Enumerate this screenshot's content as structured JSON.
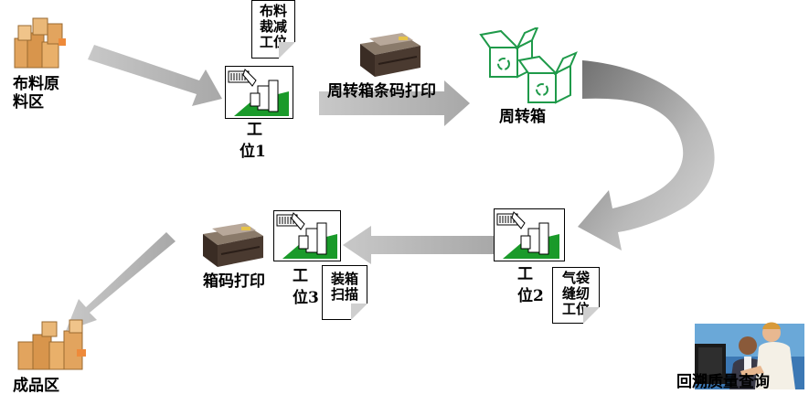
{
  "nodes": {
    "raw_material": {
      "line1": "布料原",
      "line2": "料区"
    },
    "station1": {
      "line1": "工",
      "line2": "位1",
      "note": [
        "布料",
        "裁减",
        "工位"
      ]
    },
    "tote_label_print": {
      "label": "周转箱条码打印"
    },
    "tote": {
      "label": "周转箱"
    },
    "station2": {
      "line1": "工",
      "line2": "位2",
      "note": [
        "气袋",
        "缝纫",
        "工位"
      ]
    },
    "station3": {
      "line1": "工",
      "line2": "位3",
      "note": [
        "装箱",
        "扫描"
      ]
    },
    "box_label_print": {
      "label": "箱码打印"
    },
    "finished_goods": {
      "label": "成品区"
    },
    "quality_trace": {
      "label": "回溯质量查询"
    }
  },
  "colors": {
    "arrow": "#c0c0c0",
    "station_green": "#1a9a2a",
    "recycle_green": "#1f9a4a",
    "box_brown": "#e2a45e",
    "printer_dark": "#4a3a30"
  },
  "icons": [
    "box-stack-icon",
    "workstation-icon",
    "printer-icon",
    "recycle-box-icon",
    "computer-user-icon"
  ]
}
